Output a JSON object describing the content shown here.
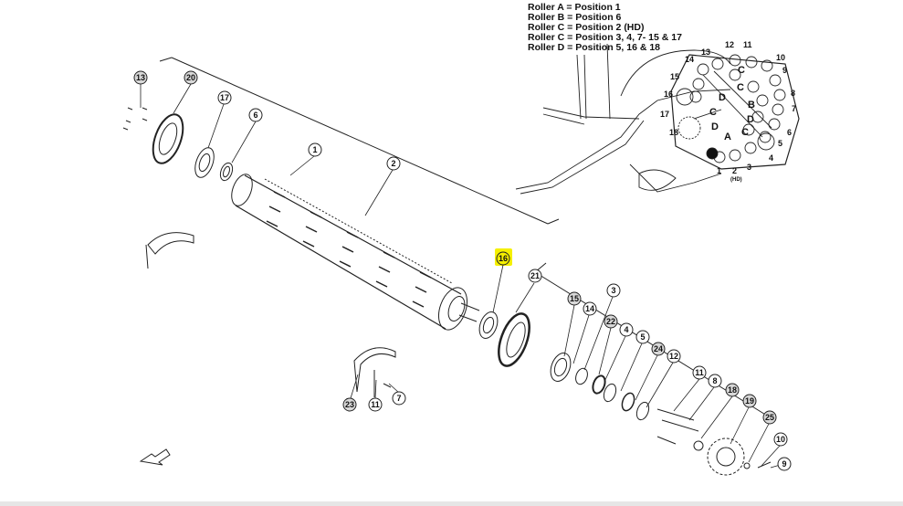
{
  "legend": [
    "Roller A = Position 1",
    "Roller B = Position 6",
    "Roller C = Position 2 (HD)",
    "Roller C = Position 3, 4, 7- 15 & 17",
    "Roller D = Position 5, 16 & 18"
  ],
  "highlight_color": "#f5f000",
  "callouts": [
    "13",
    "20",
    "17",
    "6",
    "1",
    "2",
    "16",
    "21",
    "15",
    "14",
    "3",
    "22",
    "4",
    "5",
    "24",
    "12",
    "11",
    "8",
    "18",
    "19",
    "25",
    "10",
    "9",
    "23",
    "11",
    "7"
  ],
  "inset_numbers": [
    "13",
    "12",
    "11",
    "14",
    "10",
    "9",
    "15",
    "16",
    "8",
    "7",
    "17",
    "6",
    "18",
    "5",
    "4",
    "1",
    "2",
    "3"
  ],
  "inset_letters": [
    "C",
    "D",
    "C",
    "B",
    "C",
    "D",
    "A",
    "C",
    "D"
  ],
  "inset_hd": "(HD)",
  "icons": [
    "direction-arrow-icon"
  ]
}
